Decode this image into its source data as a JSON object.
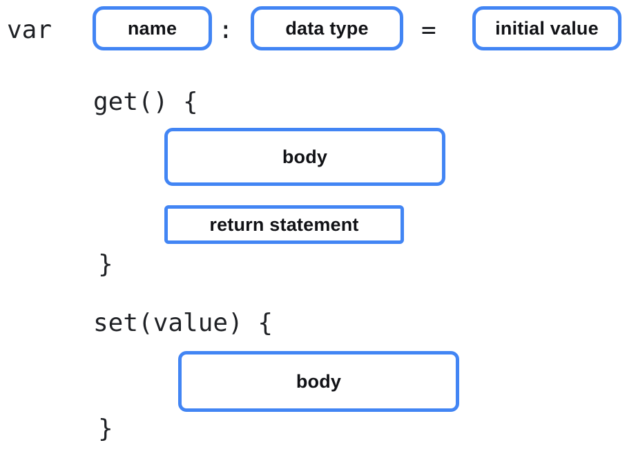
{
  "theme": {
    "accent_color": "#4285f4",
    "text_color": "#1f2125",
    "background_color": "#ffffff"
  },
  "diagram": {
    "declaration": {
      "keyword": "var",
      "name_label": "name",
      "colon": ":",
      "data_type_label": "data type",
      "equals": "=",
      "initial_value_label": "initial value"
    },
    "getter": {
      "header": "get() {",
      "body_label": "body",
      "return_label": "return statement",
      "close_brace": "}"
    },
    "setter": {
      "header": "set(value) {",
      "body_label": "body",
      "close_brace": "}"
    }
  }
}
